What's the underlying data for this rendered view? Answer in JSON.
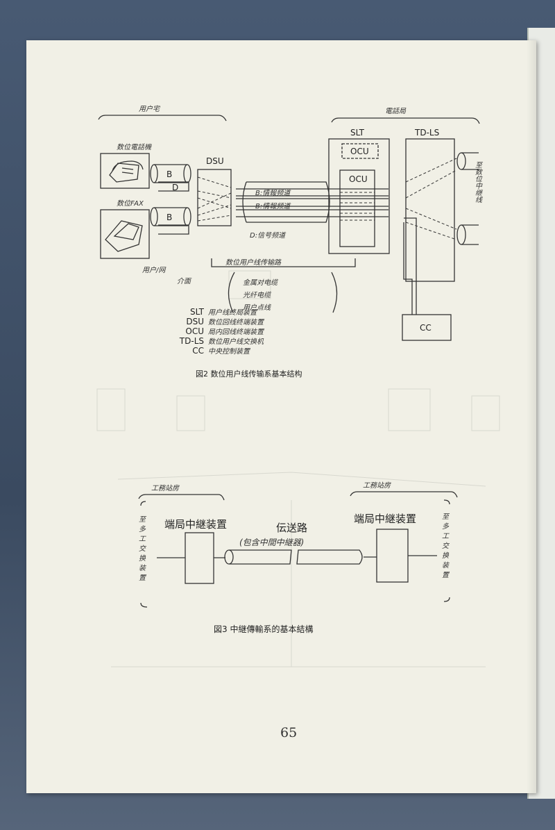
{
  "figure2": {
    "customer_premises": "用户宅",
    "telephone_office": "電話局",
    "slt": "SLT",
    "td_ls": "TD-LS",
    "ocu_dashed": "OCU",
    "ocu": "OCU",
    "dsu": "DSU",
    "cc": "CC",
    "digital_phone": "数位電話機",
    "digital_fax": "数位FAX",
    "b_label": "B",
    "d_label": "D",
    "b_channel_1": "B:情報频道",
    "b_channel_2": "B:情報频道",
    "d_channel": "D:信号频道",
    "user_network": "用户/网",
    "interface": "介面",
    "transmission_path": "数位用户线传输路",
    "media": [
      "金属对电缆",
      "光纤电缆",
      "用户点线"
    ],
    "right_side": "至数位中继线",
    "legend": [
      {
        "abbr": "SLT",
        "desc": "用户线终局装置"
      },
      {
        "abbr": "DSU",
        "desc": "数位回线终端装置"
      },
      {
        "abbr": "OCU",
        "desc": "局内回线终端装置"
      },
      {
        "abbr": "TD-LS",
        "desc": "数位用户线交换机"
      },
      {
        "abbr": "CC",
        "desc": "中央控制装置"
      }
    ],
    "caption": "図2 数位用户线传输系基本结构"
  },
  "figure3": {
    "station_left": "工務站房",
    "station_right": "工務站房",
    "mux_left": "至多工交换装置",
    "mux_right": "至多工交换装置",
    "repeater_left": "端局中継装置",
    "repeater_right": "端局中継装置",
    "transmission": "伝送路",
    "transmission_note": "(包含中間中継器)",
    "caption": "図3 中継傳輸系的基本結構"
  },
  "page_number": "65"
}
